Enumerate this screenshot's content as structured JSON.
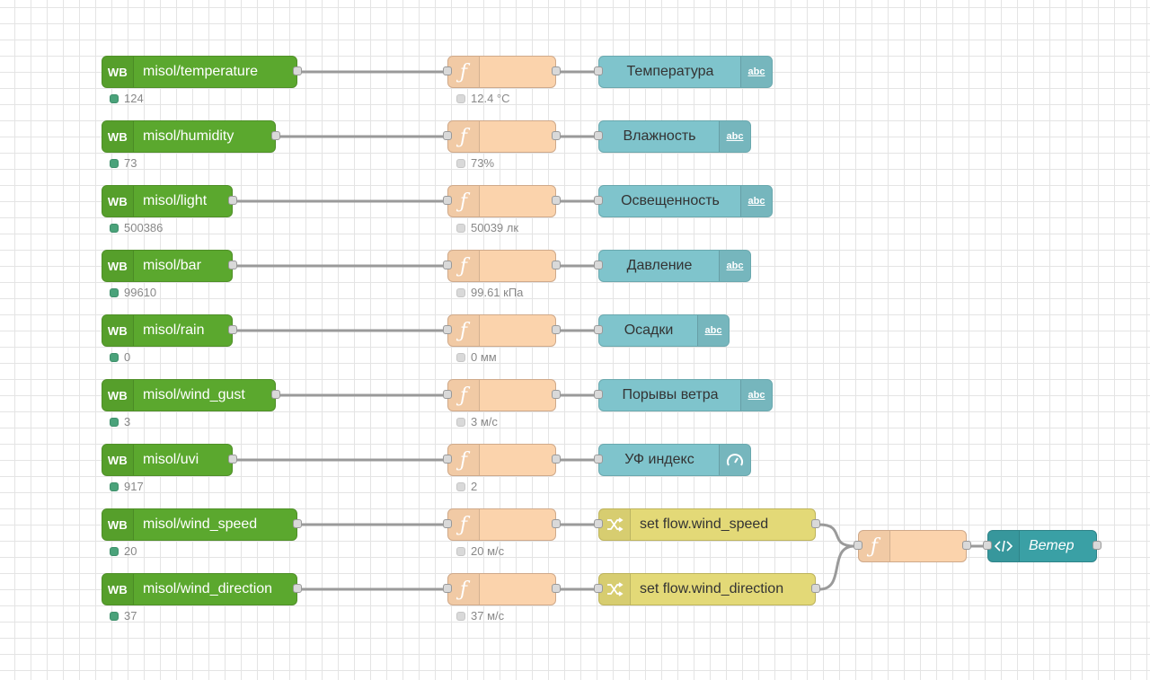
{
  "rows": [
    {
      "topic": "misol/temperature",
      "count": "124",
      "fn_status": "12.4 °C",
      "out_label": "Температура"
    },
    {
      "topic": "misol/humidity",
      "count": "73",
      "fn_status": "73%",
      "out_label": "Влажность"
    },
    {
      "topic": "misol/light",
      "count": "500386",
      "fn_status": "50039 лк",
      "out_label": "Освещенность"
    },
    {
      "topic": "misol/bar",
      "count": "99610",
      "fn_status": "99.61 кПа",
      "out_label": "Давление"
    },
    {
      "topic": "misol/rain",
      "count": "0",
      "fn_status": "0 мм",
      "out_label": "Осадки"
    },
    {
      "topic": "misol/wind_gust",
      "count": "3",
      "fn_status": "3 м/с",
      "out_label": "Порывы ветра"
    },
    {
      "topic": "misol/uvi",
      "count": "917",
      "fn_status": "2",
      "out_label": "УФ индекс"
    },
    {
      "topic": "misol/wind_speed",
      "count": "20",
      "fn_status": "20 м/с",
      "out_label": "set flow.wind_speed"
    },
    {
      "topic": "misol/wind_direction",
      "count": "37",
      "fn_status": "37 м/с",
      "out_label": "set flow.wind_direction"
    }
  ],
  "wb_icon_text": "WB",
  "abc_icon_text": "abc",
  "template_node": {
    "label": "Ветер"
  },
  "icons": {
    "mqtt": "wb-icon",
    "function": "function-icon",
    "text": "abc-icon",
    "gauge": "gauge-icon",
    "change": "shuffle-icon",
    "template": "code-icon"
  },
  "colors": {
    "mqtt": "#5ba82e",
    "function": "#fbd3ac",
    "text": "#7fc4cc",
    "change": "#e3d977",
    "template": "#3aa0a5",
    "status_ok": "#4aa27a"
  }
}
